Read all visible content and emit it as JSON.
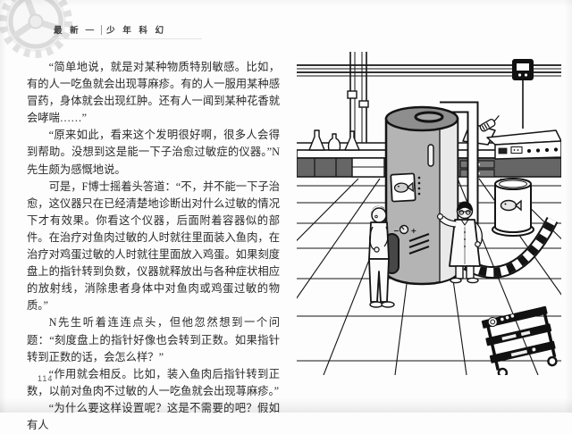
{
  "page": {
    "header": {
      "series_left": "最 新",
      "separator": "—",
      "series_right": "少 年 科 幻"
    },
    "paragraphs": [
      "“简单地说，就是对某种物质特别敏感。比如，有的人一吃鱼就会出现荨麻疹。有的人一服用某种感冒药，身体就会出现红肿。还有人一闻到某种花香就会哮喘……”",
      "“原来如此，看来这个发明很好啊，很多人会得到帮助。没想到这是能一下子治愈过敏症的仪器。”N先生颇为感慨地说。",
      "可是，F博士摇着头答道：“不，并不能一下子治愈，这仪器只在已经清楚地诊断出对什么过敏的情况下才有效果。你看这个仪器，后面附着容器似的部件。在治疗对鱼肉过敏的人时就往里面装入鱼肉，在治疗对鸡蛋过敏的人时就往里面放入鸡蛋。如果刻度盘上的指针转到负数，仪器就释放出与各种症状相应的放射线，消除患者身体中对鱼肉或鸡蛋过敏的物质。”",
      "N先生听着连连点头，但他忽然想到一个问题：“刻度盘上的指针好像也会转到正数。如果指针转到正数的话，会怎么样？”",
      "“作用就会相反。比如，装入鱼肉后指针转到正数，以前对鱼肉不过敏的人一吃鱼就会出现荨麻疹。”",
      "“为什么要这样设置呢？这是不需要的吧？假如有人"
    ],
    "page_number": "114"
  },
  "illustration": {
    "machine_dial_minus": "−",
    "machine_dial_plus": "+"
  },
  "colors": {
    "page_bg": "#fdfdfd",
    "body_text": "#2b2b2b",
    "header_text": "#3c3c3c",
    "gear_gray": "#e0e0e0",
    "line_black": "#141414",
    "machine_body": "#b4b4b4",
    "machine_top": "#8e8e8e",
    "bench_cabinet": "#5c5c5c",
    "bench_drawer": "#6e6e6e",
    "cart_black": "#111111"
  }
}
